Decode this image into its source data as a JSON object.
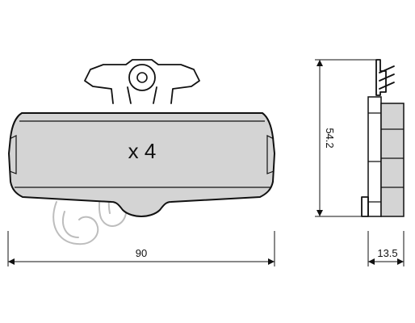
{
  "drawing": {
    "quantity_label": "x 4",
    "width_label": "90",
    "height_label": "54.2",
    "thickness_label": "13.5"
  },
  "watermark": {
    "text": "cifam",
    "color": "#bdbdbd"
  },
  "colors": {
    "pad_fill": "#d4d4d4",
    "line": "#111111"
  }
}
